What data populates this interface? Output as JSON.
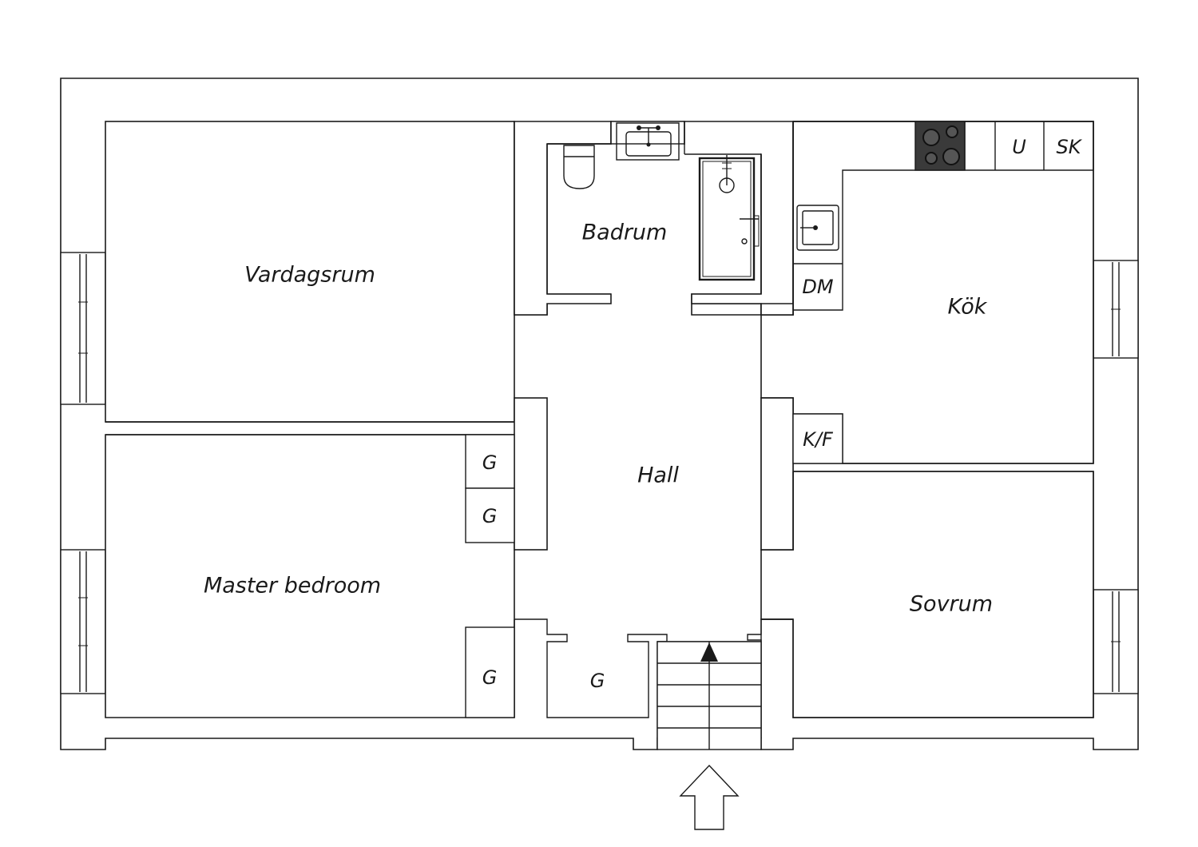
{
  "colors": {
    "wall": "#1a1a1a",
    "background": "#ffffff",
    "hob": "#3a3a3a"
  },
  "rooms": {
    "living": "Vardagsrum",
    "bath": "Badrum",
    "kitchen": "Kök",
    "hall": "Hall",
    "master": "Master bedroom",
    "bedroom": "Sovrum"
  },
  "fixtures": {
    "oven": "U",
    "cabinet": "SK",
    "dishwasher": "DM",
    "fridge_freezer": "K/F",
    "wardrobe_1": "G",
    "wardrobe_2": "G",
    "wardrobe_3": "G",
    "closet_hall": "G"
  },
  "icons": [
    "toilet-icon",
    "bath-sink-icon",
    "shower-icon",
    "kitchen-sink-icon",
    "hob-icon",
    "stairs-icon",
    "entrance-arrow-icon"
  ]
}
